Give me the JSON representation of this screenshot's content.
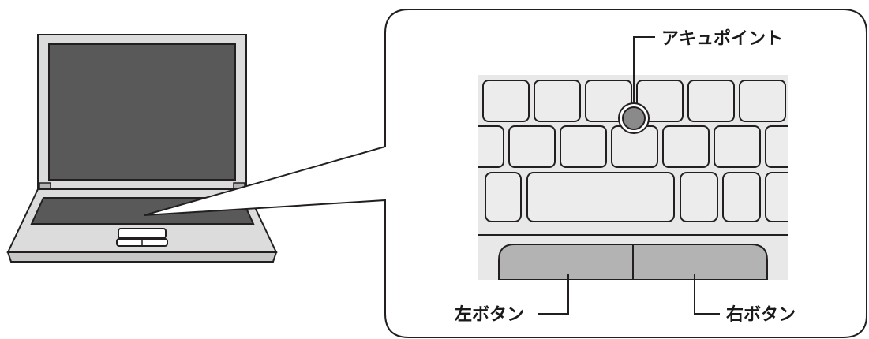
{
  "labels": {
    "pointing_stick": "アキュポイント",
    "left_button": "左ボタン",
    "right_button": "右ボタン"
  },
  "colors": {
    "outline": "#231f20",
    "screen": "#595959",
    "laptop_body": "#dcdcdc",
    "touchpad_area": "#595959",
    "keyboard_bg": "#e8e8e8",
    "key_fill": "#ececec",
    "button_fill": "#b3b3b3",
    "stick_fill": "#8a8a8a"
  }
}
